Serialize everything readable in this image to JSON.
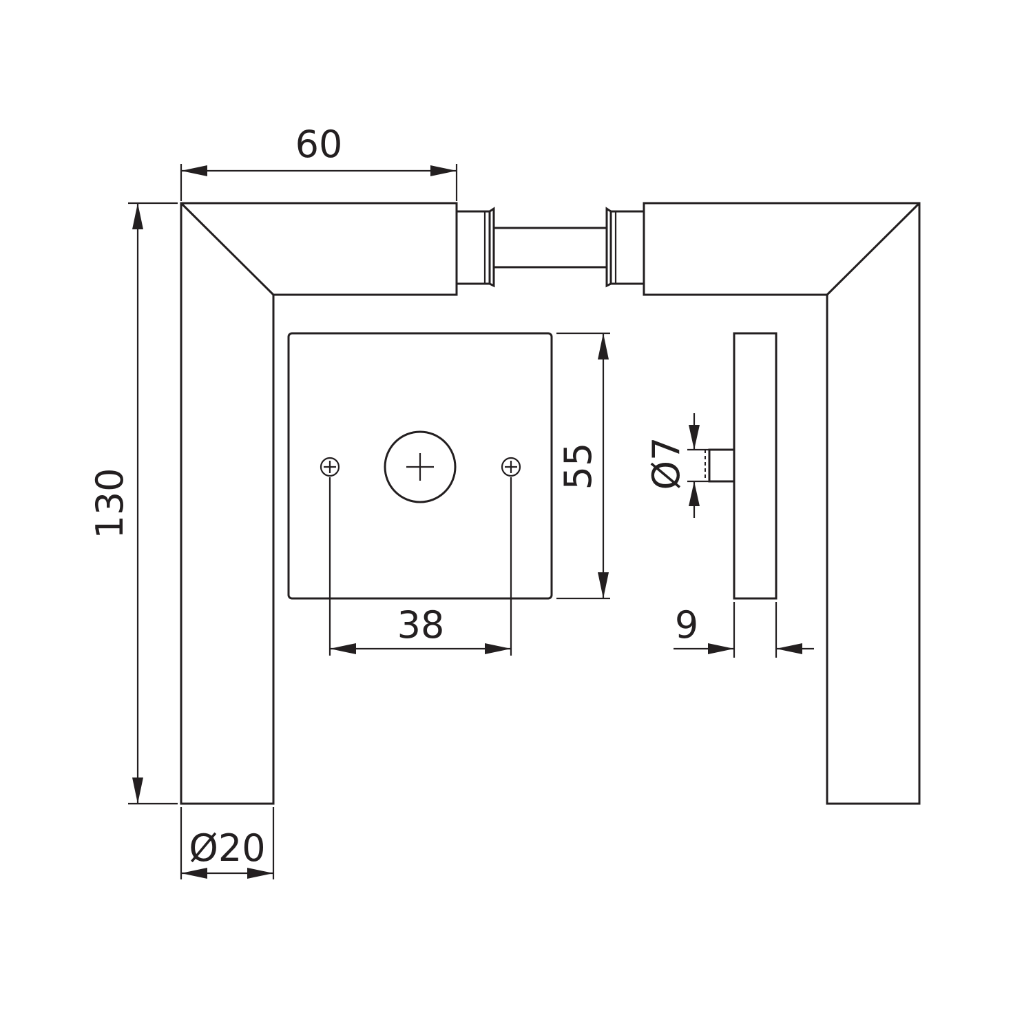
{
  "dimensions": {
    "lever_length": "60",
    "lever_height": "130",
    "lever_diameter": "Ø20",
    "rose_size": "55",
    "screw_spacing": "38",
    "pin_diameter": "Ø7",
    "rose_thickness": "9"
  },
  "colors": {
    "line": "#231f20",
    "background": "#ffffff"
  }
}
